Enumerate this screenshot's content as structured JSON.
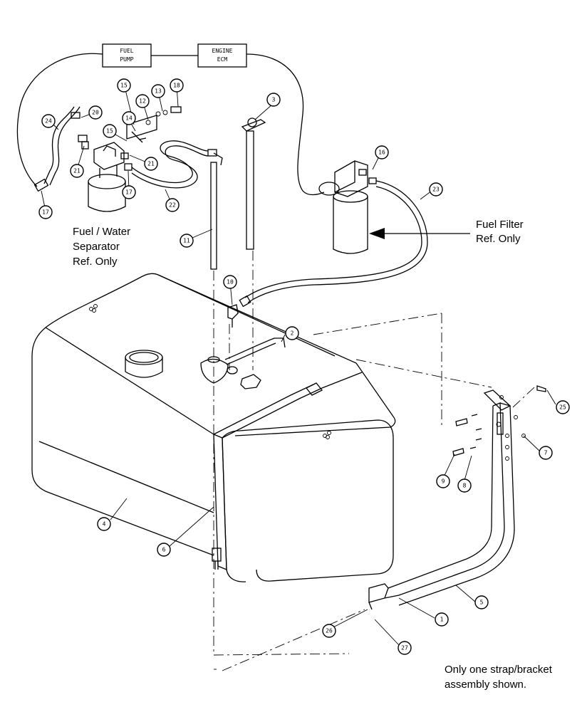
{
  "boxes": {
    "fuel_pump": [
      "FUEL",
      "PUMP"
    ],
    "engine_ecm": [
      "ENGINE",
      "ECM"
    ]
  },
  "notes": {
    "fuel_water": [
      "Fuel / Water",
      "Separator",
      "Ref. Only"
    ],
    "fuel_filter": [
      "Fuel Filter",
      "Ref. Only"
    ],
    "assembly": [
      "Only one strap/bracket",
      "assembly shown."
    ]
  },
  "callouts": [
    "1",
    "2",
    "3",
    "4",
    "5",
    "6",
    "7",
    "8",
    "9",
    "10",
    "11",
    "12",
    "13",
    "14",
    "15",
    "15",
    "16",
    "17",
    "17",
    "18",
    "20",
    "21",
    "21",
    "22",
    "23",
    "24",
    "25",
    "26",
    "27"
  ]
}
